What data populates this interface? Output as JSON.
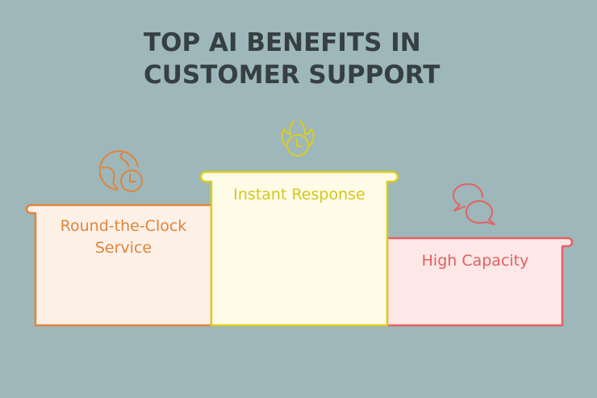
{
  "title": {
    "line1": "TOP AI BENEFITS IN",
    "line2": "CUSTOMER SUPPORT"
  },
  "podium": [
    {
      "position": "left",
      "label_line1": "Round-the-Clock",
      "label_line2": "Service",
      "icon": "globe-clock-icon",
      "stroke_color": "#e0843a",
      "fill_color": "#fdf1e7"
    },
    {
      "position": "center",
      "label_line1": "Instant Response",
      "icon": "fire-clock-icon",
      "stroke_color": "#dccd1e",
      "fill_color": "#fefbe6"
    },
    {
      "position": "right",
      "label_line1": "High Capacity",
      "icon": "chat-bubbles-icon",
      "stroke_color": "#e46262",
      "fill_color": "#fde7e7"
    }
  ],
  "colors": {
    "background": "#9db7ba",
    "title": "#363f42"
  }
}
